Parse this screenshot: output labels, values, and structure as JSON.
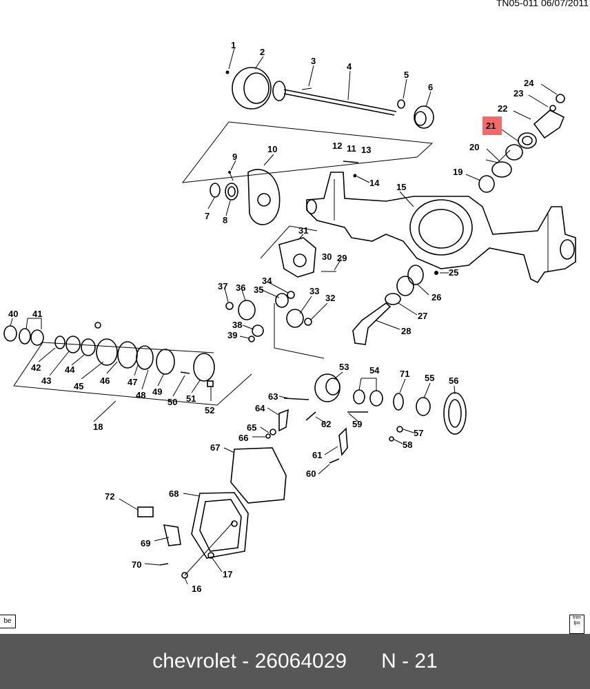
{
  "header": {
    "ref": "TN05-011  06/07/2011"
  },
  "highlight": {
    "callout": "21",
    "color": "#f46a6a"
  },
  "callouts": {
    "c1": "1",
    "c2": "2",
    "c3": "3",
    "c4": "4",
    "c5": "5",
    "c6": "6",
    "c7": "7",
    "c8": "8",
    "c9": "9",
    "c10": "10",
    "c11": "11",
    "c12": "12",
    "c13": "13",
    "c14": "14",
    "c15": "15",
    "c16": "16",
    "c17": "17",
    "c18": "18",
    "c19": "19",
    "c20": "20",
    "c22": "22",
    "c23": "23",
    "c24": "24",
    "c25": "25",
    "c26": "26",
    "c27": "27",
    "c28": "28",
    "c29": "29",
    "c30": "30",
    "c31": "31",
    "c32": "32",
    "c33": "33",
    "c34": "34",
    "c35": "35",
    "c36": "36",
    "c37": "37",
    "c38": "38",
    "c39": "39",
    "c40": "40",
    "c41": "41",
    "c42": "42",
    "c43": "43",
    "c44": "44",
    "c45": "45",
    "c46": "46",
    "c47": "47",
    "c48": "48",
    "c49": "49",
    "c50": "50",
    "c51": "51",
    "c52": "52",
    "c53": "53",
    "c54": "54",
    "c55": "55",
    "c56": "56",
    "c57": "57",
    "c58": "58",
    "c59": "59",
    "c60": "60",
    "c61": "61",
    "c62": "62",
    "c63": "63",
    "c64": "64",
    "c65": "65",
    "c66": "66",
    "c67": "67",
    "c68": "68",
    "c69": "69",
    "c70": "70",
    "c71": "71",
    "c72": "72"
  },
  "corner": {
    "left_text": "be",
    "right_icon_text": "tnm\nlpo"
  },
  "footer": {
    "brand": "chevrolet",
    "separator": " - ",
    "part_number": "26064029",
    "position_label": "N - 21"
  },
  "icons": {
    "document": "document-icon"
  }
}
